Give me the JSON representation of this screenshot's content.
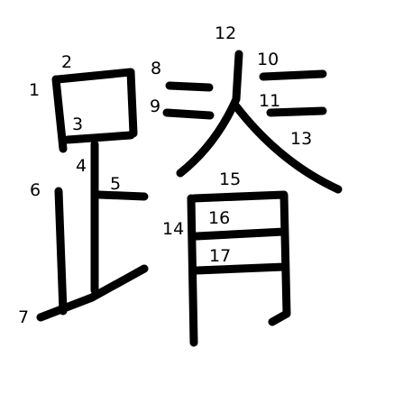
{
  "character": "蹐",
  "stroke_count": 17,
  "stroke_numbers": [
    "1",
    "2",
    "3",
    "4",
    "5",
    "6",
    "7",
    "8",
    "9",
    "10",
    "11",
    "12",
    "13",
    "14",
    "15",
    "16",
    "17"
  ]
}
